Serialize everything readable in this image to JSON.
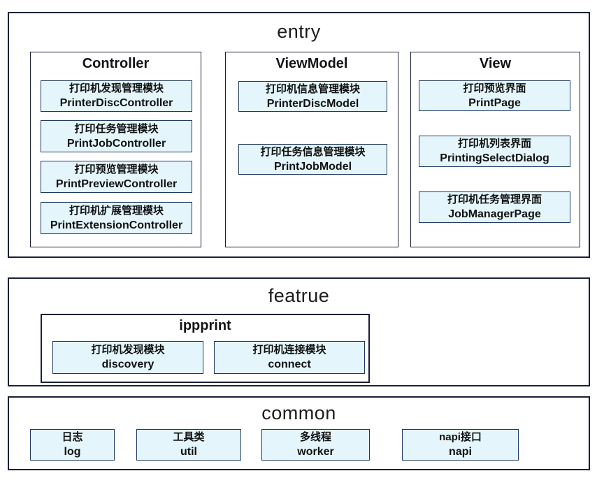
{
  "colors": {
    "module_fill": "#e4f6fc",
    "module_border": "#1f3864",
    "section_border": "#1a2038",
    "text": "#111111"
  },
  "sections": {
    "entry": {
      "title": "entry",
      "columns": [
        {
          "title": "Controller",
          "modules": [
            {
              "zh": "打印机发现管理模块",
              "en": "PrinterDiscController"
            },
            {
              "zh": "打印任务管理模块",
              "en": "PrintJobController"
            },
            {
              "zh": "打印预览管理模块",
              "en": "PrintPreviewController"
            },
            {
              "zh": "打印机扩展管理模块",
              "en": "PrintExtensionController"
            }
          ]
        },
        {
          "title": "ViewModel",
          "modules": [
            {
              "zh": "打印机信息管理模块",
              "en": "PrinterDiscModel"
            },
            {
              "zh": "打印任务信息管理模块",
              "en": "PrintJobModel"
            }
          ]
        },
        {
          "title": "View",
          "modules": [
            {
              "zh": "打印预览界面",
              "en": "PrintPage"
            },
            {
              "zh": "打印机列表界面",
              "en": "PrintingSelectDialog"
            },
            {
              "zh": "打印机任务管理界面",
              "en": "JobManagerPage"
            }
          ]
        }
      ]
    },
    "featrue": {
      "title": "featrue",
      "group": {
        "title": "ippprint",
        "modules": [
          {
            "zh": "打印机发现模块",
            "en": "discovery"
          },
          {
            "zh": "打印机连接模块",
            "en": "connect"
          }
        ]
      }
    },
    "common": {
      "title": "common",
      "modules": [
        {
          "zh": "日志",
          "en": "log"
        },
        {
          "zh": "工具类",
          "en": "util"
        },
        {
          "zh": "多线程",
          "en": "worker"
        },
        {
          "zh": "napi接口",
          "en": "napi"
        }
      ]
    }
  }
}
